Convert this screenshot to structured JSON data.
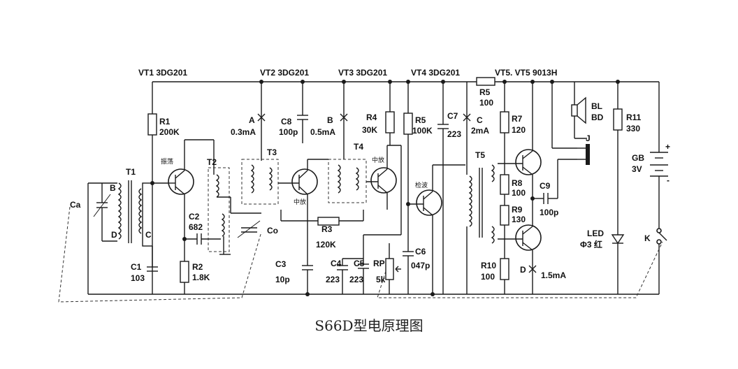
{
  "caption": "S66D型电原理图",
  "transistors": {
    "vt1": "VT1 3DG201",
    "vt2": "VT2 3DG201",
    "vt3": "VT3 3DG201",
    "vt4": "VT4 3DG201",
    "vt56": "VT5. VT5 9013H"
  },
  "stage_marks": {
    "vt1": "振荡",
    "vt3": "中放",
    "vt3b": "中放",
    "vt4": "检波"
  },
  "resistors": {
    "r1": "R1",
    "r1_val": "200K",
    "r2": "R2",
    "r2_val": "1.8K",
    "r3": "R3",
    "r3_val": "120K",
    "r4": "R4",
    "r4_val": "30K",
    "r5a": "R5",
    "r5a_val": "100K",
    "r5b": "R5",
    "r5b_val": "100",
    "r7": "R7",
    "r7_val": "120",
    "r8": "R8",
    "r8_val": "100",
    "r9": "R9",
    "r9_val": "130",
    "r10": "R10",
    "r10_val": "100",
    "r11": "R11",
    "r11_val": "330"
  },
  "capacitors": {
    "ca": "Ca",
    "c1": "C1",
    "c1_val": "103",
    "c2": "C2",
    "c2_val": "682",
    "c3": "C3",
    "c3_val": "10p",
    "c4": "C4",
    "c4_val": "223",
    "c5": "C5",
    "c5_val": "223",
    "c6": "C6",
    "c6_val": "047p",
    "c7": "C7",
    "c7_val": "223",
    "c8": "C8",
    "c8_val": "100p",
    "c9": "C9",
    "c9_val": "100p",
    "co": "Co"
  },
  "transformers": {
    "t1": "T1",
    "t2": "T2",
    "t3": "T3",
    "t4": "T4",
    "t5": "T5",
    "t1_tap_b": "B",
    "t1_tap_d": "D",
    "t1_tap_c": "C"
  },
  "test_points": {
    "a": "A",
    "a_cur": "0.3mA",
    "b": "B",
    "b_cur": "0.5mA",
    "c": "C",
    "c_cur": "2mA",
    "d": "D",
    "d_cur": "1.5mA"
  },
  "other": {
    "rp": "RP",
    "rp_val": "5k",
    "speaker": "BL",
    "speaker2": "BD",
    "jack": "J",
    "led": "LED",
    "led_val": "Φ3 红",
    "battery": "GB",
    "battery_val": "3V",
    "battery_plus": "+",
    "battery_minus": "-",
    "switch": "K"
  }
}
